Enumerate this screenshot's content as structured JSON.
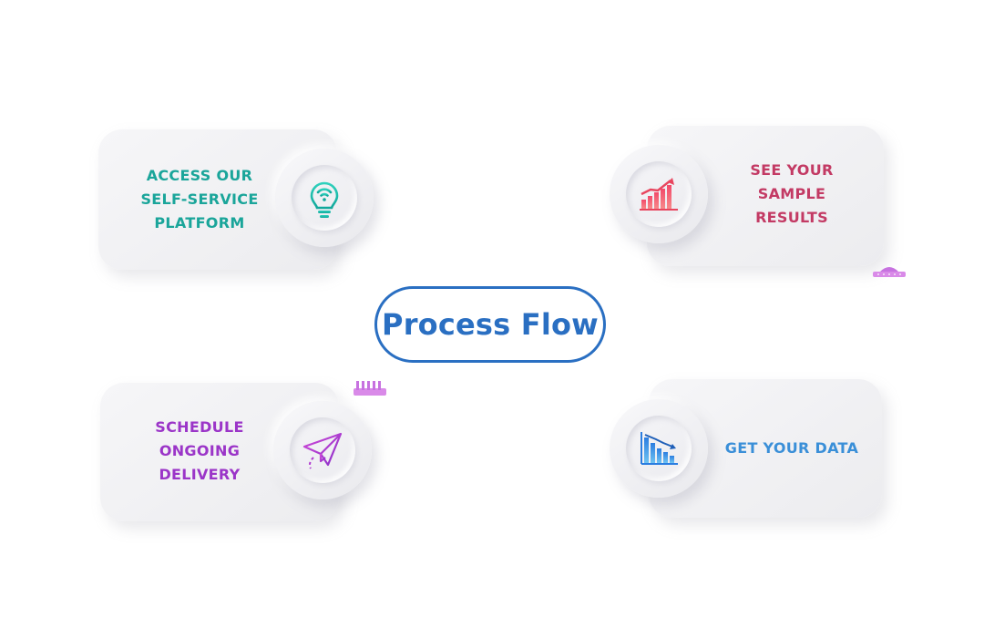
{
  "title": "Process Flow",
  "steps": [
    {
      "label": "ACCESS OUR\nSELF-SERVICE\nPLATFORM",
      "color": "#1aa59a",
      "icon": "lightbulb-wifi-icon"
    },
    {
      "label": "SEE YOUR\nSAMPLE\nRESULTS",
      "color": "#c33a64",
      "icon": "growth-bar-chart-icon"
    },
    {
      "label": "SCHEDULE\nONGOING\nDELIVERY",
      "color": "#9b35c8",
      "icon": "paper-plane-icon"
    },
    {
      "label": "GET YOUR DATA",
      "color": "#3a8fd8",
      "icon": "declining-bar-chart-icon"
    }
  ],
  "colors": {
    "title": "#2a6fc2",
    "deco": "#d98ae8"
  }
}
